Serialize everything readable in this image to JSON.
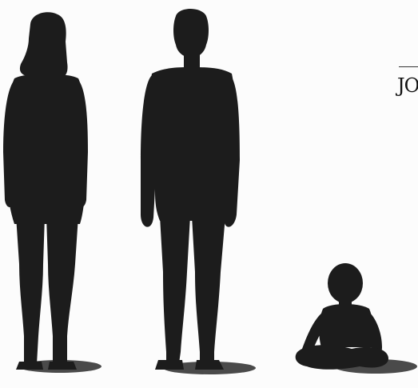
{
  "scene": {
    "background_color": "#fcfcfc",
    "silhouette_color": "#1c1c1c",
    "shadow_color": "#2a2a2a"
  },
  "figures": [
    {
      "name": "woman",
      "description_icon": "standing-woman-silhouette"
    },
    {
      "name": "man",
      "description_icon": "standing-man-silhouette"
    },
    {
      "name": "child",
      "description_icon": "seated-child-silhouette"
    }
  ],
  "cropped_text": "JO"
}
